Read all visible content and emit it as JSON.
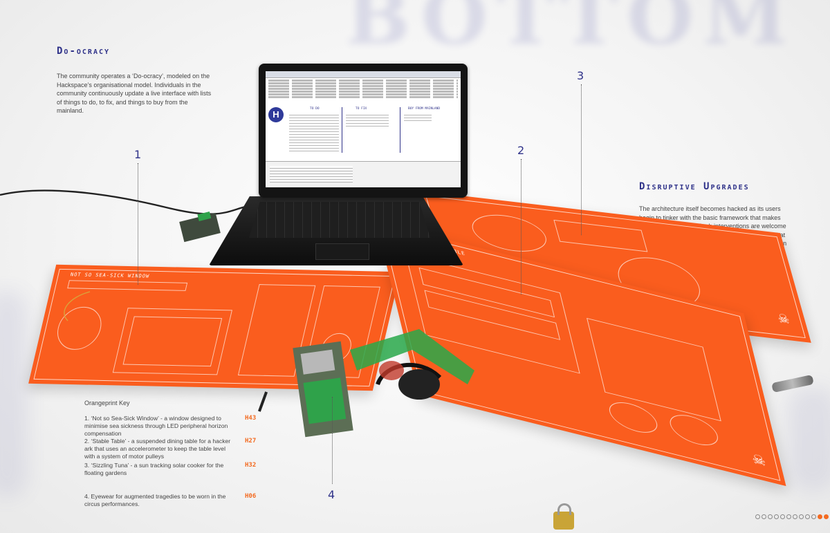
{
  "sections": {
    "doocracy": {
      "title": "Do-ocracy",
      "body": "The community operates a ‘Do-ocracy’, modeled on the Hackspace’s organisational model. Individuals in the community continuously update a live interface with lists of things to do, to fix, and things to buy from the mainland."
    },
    "disruptive": {
      "title": "Disruptive Upgrades",
      "body": "The architecture itself becomes hacked as its users begin to tinker with the basic framework that makes up the infrastructure. Such interventions are welcome and contribute to an evolving and adaptive fabric that is lived in and pushed to go beyond its original design from the bottom up."
    }
  },
  "callouts": [
    "1",
    "2",
    "3",
    "4"
  ],
  "screen": {
    "logo": "H",
    "col_todo": "TO DO",
    "col_fix": "TO FIX",
    "col_buy": "BUY FROM MAINLAND"
  },
  "key": {
    "title": "Orangeprint Key",
    "items": [
      {
        "text": "1. ‘Not so Sea-Sick Window’ - a window designed to minimise sea sickness through LED peripheral horizon compensation",
        "code": "H43"
      },
      {
        "text": "2. ‘Stable Table’ - a suspended dining table for a hacker ark that uses an accelerometer to keep the table level with a system of motor pulleys",
        "code": "H27"
      },
      {
        "text": "3. ‘Sizzling Tuna’ - a sun tracking solar cooker for the floating gardens",
        "code": "H32"
      },
      {
        "text": "4. Eyewear for augmented tragedies to be worn in the circus performances.",
        "code": "H06"
      }
    ]
  },
  "background_word": "BOTTOM UP",
  "colors": {
    "accent_blue": "#2f3289",
    "orange": "#fa5d1e",
    "code_orange": "#f36b22"
  },
  "icons": [
    "skull-wrench-icon",
    "padlock-icon"
  ]
}
